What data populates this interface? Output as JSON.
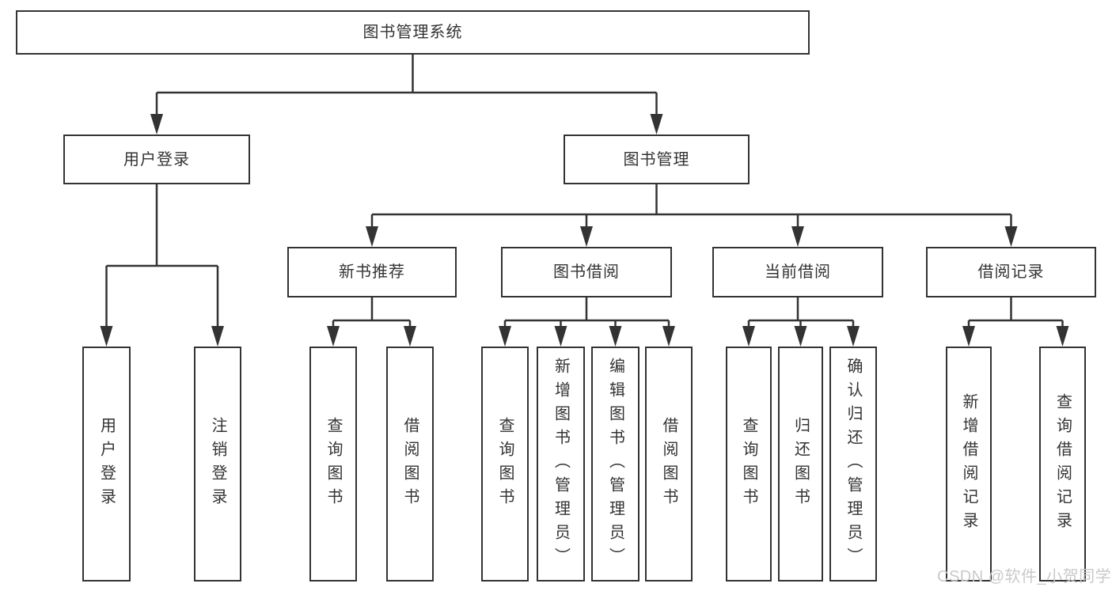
{
  "diagram": {
    "title": "图书管理系统",
    "root": {
      "label": "图书管理系统"
    },
    "level2": {
      "user_login": {
        "label": "用户登录"
      },
      "book_management": {
        "label": "图书管理"
      }
    },
    "level3": {
      "new_book_recommend": {
        "label": "新书推荐"
      },
      "book_borrow": {
        "label": "图书借阅"
      },
      "current_borrow": {
        "label": "当前借阅"
      },
      "borrow_records": {
        "label": "借阅记录"
      }
    },
    "leaves": {
      "user": [
        "用户登录",
        "注销登录"
      ],
      "recommend": [
        "查询图书",
        "借阅图书"
      ],
      "borrow": [
        "查询图书",
        "新增图书（管理员）",
        "编辑图书（管理员）",
        "借阅图书"
      ],
      "current": [
        "查询图书",
        "归还图书",
        "确认归还（管理员）"
      ],
      "records": [
        "新增借阅记录",
        "查询借阅记录"
      ]
    },
    "watermark": "CSDN @软件_小贺同学",
    "colors": {
      "line": "#333333",
      "text": "#333333",
      "box_background": "#ffffff",
      "watermark": "#c9c9c9",
      "page_background": "#ffffff"
    }
  }
}
